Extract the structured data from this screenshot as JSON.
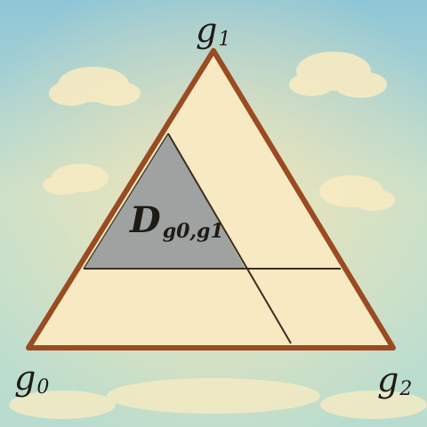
{
  "colors": {
    "sky_top": "#7fc0d6",
    "sky_mid": "#b9dccf",
    "paper": "#f3e4b6",
    "triangle_fill": "#f7e9c1",
    "outline": "#9a4b22",
    "region_fill": "#8e969b",
    "line": "#3d2c20",
    "cloud": "#fbecc2"
  },
  "vertices": {
    "top": {
      "base": "g",
      "sub": "1"
    },
    "left": {
      "base": "g",
      "sub": "0"
    },
    "right": {
      "base": "g",
      "sub": "2"
    }
  },
  "region": {
    "base": "D",
    "sub": "g0,g1"
  }
}
